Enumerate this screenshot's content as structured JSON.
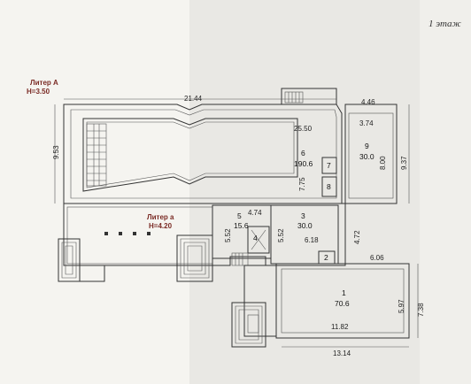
{
  "floor_label": "1 этаж",
  "liters": [
    {
      "name": "Литер А",
      "height": "H=3.50"
    },
    {
      "name": "Литер а",
      "height": "H=4.20"
    }
  ],
  "rooms": [
    {
      "num": "1",
      "area": "70.6"
    },
    {
      "num": "2",
      "area": ""
    },
    {
      "num": "3",
      "area": "30.0"
    },
    {
      "num": "4",
      "area": ""
    },
    {
      "num": "5",
      "area": "15.6"
    },
    {
      "num": "6",
      "area": "190.6"
    },
    {
      "num": "7",
      "area": ""
    },
    {
      "num": "8",
      "area": ""
    },
    {
      "num": "9",
      "area": "30.0"
    }
  ],
  "dimensions": {
    "d1": "21.44",
    "d2": "4.46",
    "d3": "3.74",
    "d4": "25.50",
    "d5": "9.53",
    "d6": "9.37",
    "d7": "8.00",
    "d8": "7.75",
    "d9": "4.74",
    "d10": "5.52",
    "d11": "5.52",
    "d12": "6.18",
    "d13": "4.72",
    "d14": "6.06",
    "d15": "5.97",
    "d16": "7.38",
    "d17": "11.82",
    "d18": "13.14"
  },
  "colors": {
    "wall": "#333333",
    "paper": "#f5f4f0",
    "band": "#e6e5e1",
    "liter_text": "#7a2a24"
  }
}
